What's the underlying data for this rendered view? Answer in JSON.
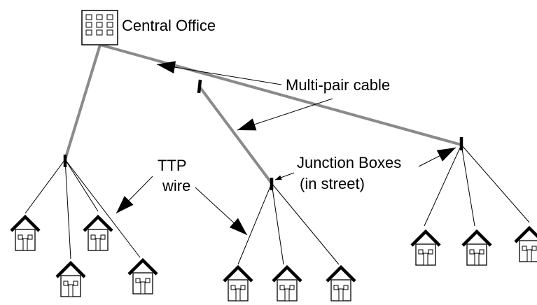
{
  "labels": {
    "central_office": "Central Office",
    "multipair": "Multi-pair cable",
    "ttp_line1": "TTP",
    "ttp_line2": "wire",
    "junction_line1": "Junction Boxes",
    "junction_line2": "(in street)"
  },
  "colors": {
    "cable": "#8a8a8a",
    "line": "#000000",
    "background": "#ffffff"
  },
  "icons": {
    "office": "building-icon",
    "home": "house-icon"
  }
}
